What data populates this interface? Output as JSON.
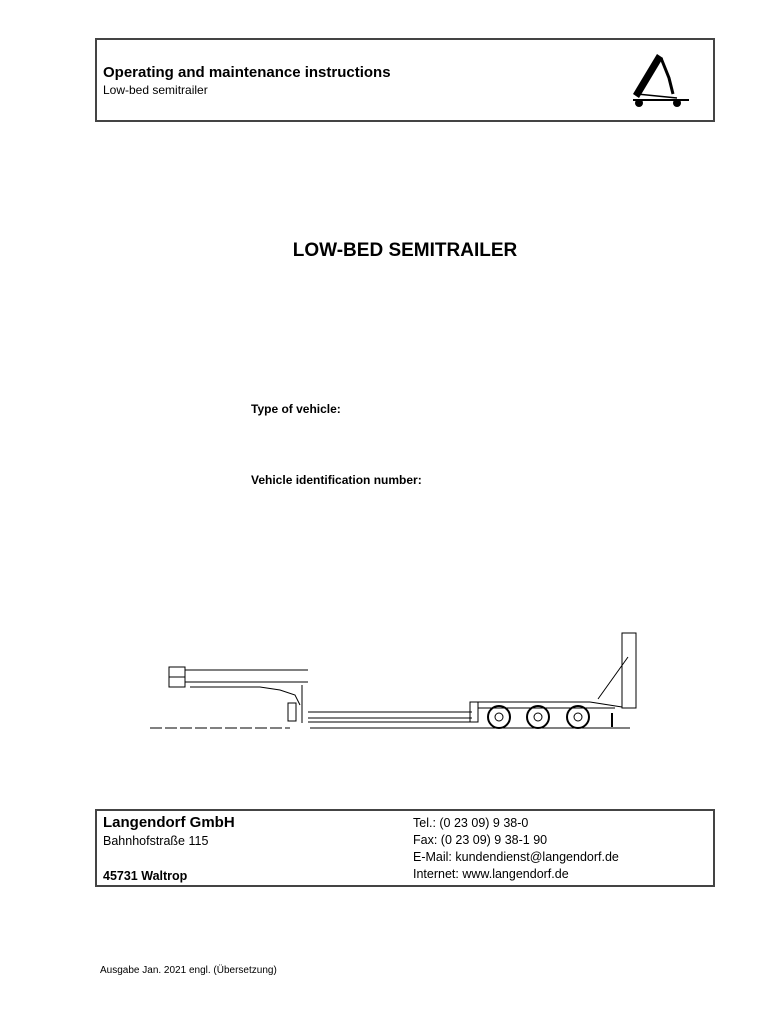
{
  "header": {
    "title": "Operating and maintenance instructions",
    "subtitle": "Low-bed semitrailer"
  },
  "main": {
    "title": "LOW-BED SEMITRAILER",
    "type_of_vehicle_label": "Type of vehicle:",
    "vin_label": "Vehicle identification number:"
  },
  "company": {
    "name": "Langendorf GmbH",
    "street": "Bahnhofstraße 115",
    "city": "45731 Waltrop",
    "tel": "Tel.: (0 23 09) 9 38-0",
    "fax": "Fax: (0 23 09) 9 38-1 90",
    "email": "E-Mail: kundendienst@langendorf.de",
    "internet": "Internet: www.langendorf.de"
  },
  "edition": "Ausgabe Jan. 2021 engl. (Übersetzung)"
}
